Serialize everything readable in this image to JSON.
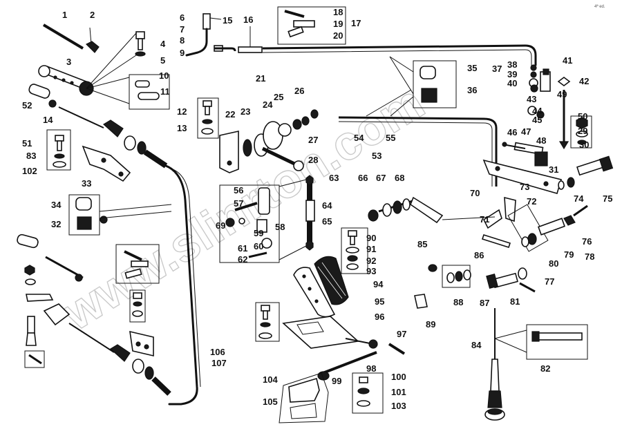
{
  "diagram": {
    "callouts": [
      "1",
      "2",
      "3",
      "4",
      "5",
      "52",
      "14",
      "10",
      "11",
      "6",
      "7",
      "8",
      "9",
      "15",
      "16",
      "18",
      "19",
      "20",
      "17",
      "21",
      "22",
      "12",
      "13",
      "23",
      "24",
      "25",
      "26",
      "27",
      "28",
      "51",
      "83",
      "102",
      "33",
      "34",
      "32",
      "35",
      "36",
      "37",
      "38",
      "39",
      "40",
      "41",
      "42",
      "43",
      "44",
      "45",
      "46",
      "47",
      "48",
      "49",
      "50",
      "29",
      "30",
      "31",
      "53",
      "54",
      "55",
      "56",
      "57",
      "58",
      "59",
      "60",
      "61",
      "62",
      "63",
      "64",
      "65",
      "66",
      "67",
      "68",
      "69",
      "70",
      "71",
      "72",
      "73",
      "74",
      "75",
      "76",
      "77",
      "78",
      "79",
      "80",
      "81",
      "82",
      "84",
      "85",
      "86",
      "87",
      "88",
      "89",
      "90",
      "91",
      "92",
      "93",
      "94",
      "95",
      "96",
      "97",
      "98",
      "99",
      "100",
      "101",
      "103",
      "104",
      "105",
      "106",
      "107"
    ],
    "watermark": "www.slinrton.com",
    "corner_note": "4ª ed."
  }
}
